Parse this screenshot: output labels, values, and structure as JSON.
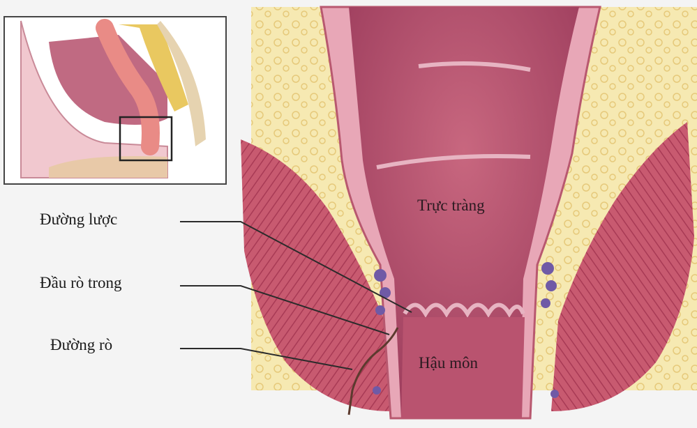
{
  "labels": {
    "duong_luoc": "Đường lược",
    "dau_ro_trong": "Đầu rò trong",
    "duong_ro": "Đường rò",
    "truc_trang": "Trực tràng",
    "hau_mon": "Hậu môn"
  },
  "colors": {
    "background": "#f4f4f4",
    "fat": "#f5e6a6",
    "muscle": "#c9546b",
    "lumen": "#b04a6a",
    "wall": "#e6a3b4",
    "leader": "#2b2b2b"
  }
}
